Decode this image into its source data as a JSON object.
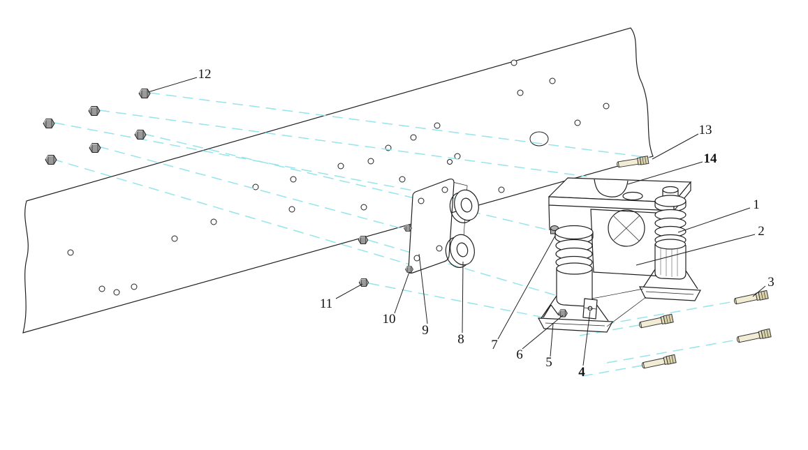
{
  "diagram": {
    "kind": "exploded-assembly-technical-drawing",
    "colors": {
      "background": "#ffffff",
      "line": "#1f1f1f",
      "centerline": "#8fe3ea",
      "bolt_shaft": "#f2ecd4",
      "bolt_head": "#d9d2ab",
      "nut": "#9a9a9a"
    },
    "callouts": [
      {
        "num": "1"
      },
      {
        "num": "2"
      },
      {
        "num": "3"
      },
      {
        "num": "4",
        "bold": true
      },
      {
        "num": "5"
      },
      {
        "num": "6"
      },
      {
        "num": "7"
      },
      {
        "num": "8"
      },
      {
        "num": "9"
      },
      {
        "num": "10"
      },
      {
        "num": "11"
      },
      {
        "num": "12"
      },
      {
        "num": "13"
      },
      {
        "num": "14",
        "bold": true
      }
    ]
  }
}
